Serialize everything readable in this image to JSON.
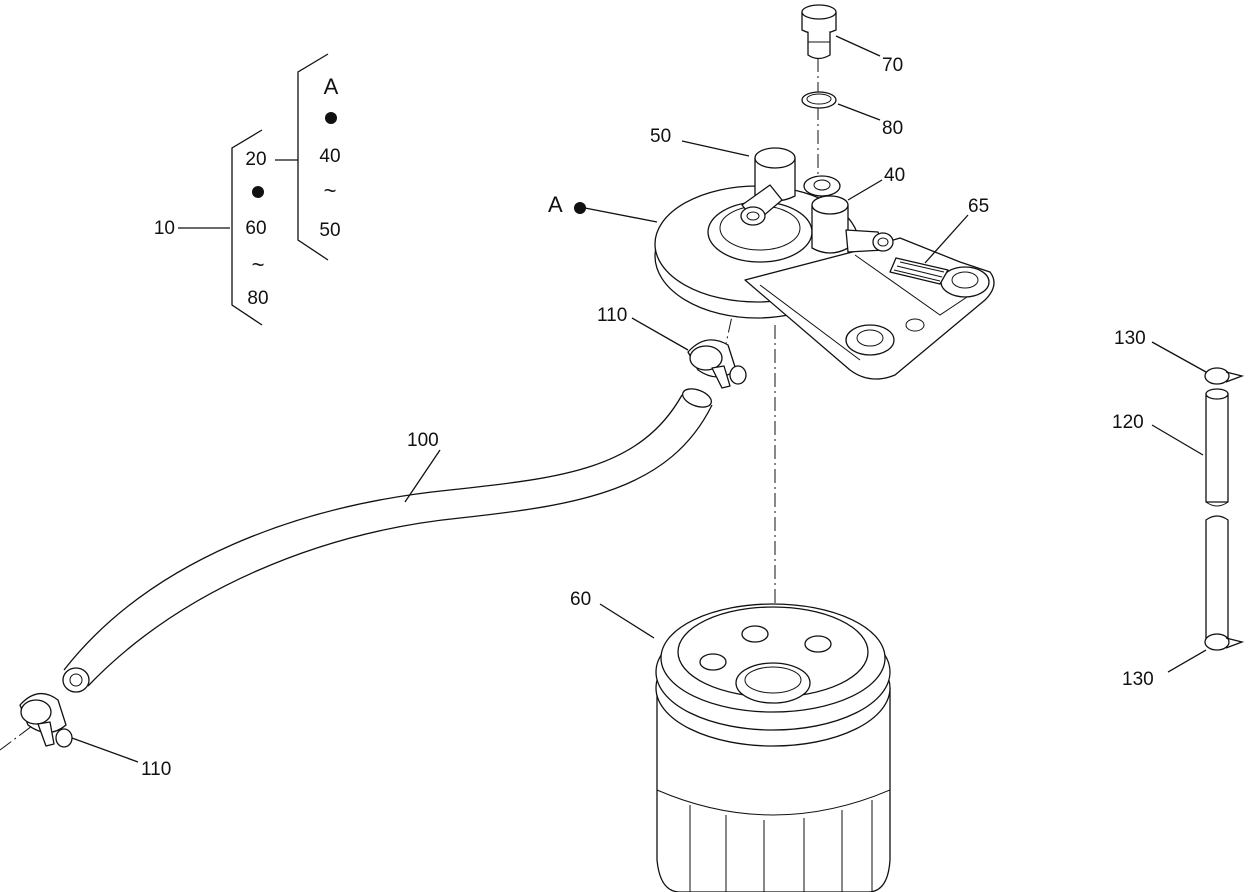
{
  "legend": {
    "outer": {
      "top": "20",
      "dot": "●",
      "mid": "60",
      "tilde": "~",
      "bottom": "80",
      "ref": "10"
    },
    "inner": {
      "top": "A",
      "dot": "●",
      "mid": "40",
      "tilde": "~",
      "bottom": "50"
    }
  },
  "callouts": {
    "p70": "70",
    "p80": "80",
    "p50": "50",
    "p40": "40",
    "p65": "65",
    "pA": "A",
    "p110_top": "110",
    "p100": "100",
    "p110_bottom": "110",
    "p60": "60",
    "p130_top": "130",
    "p120": "120",
    "p130_bottom": "130"
  }
}
